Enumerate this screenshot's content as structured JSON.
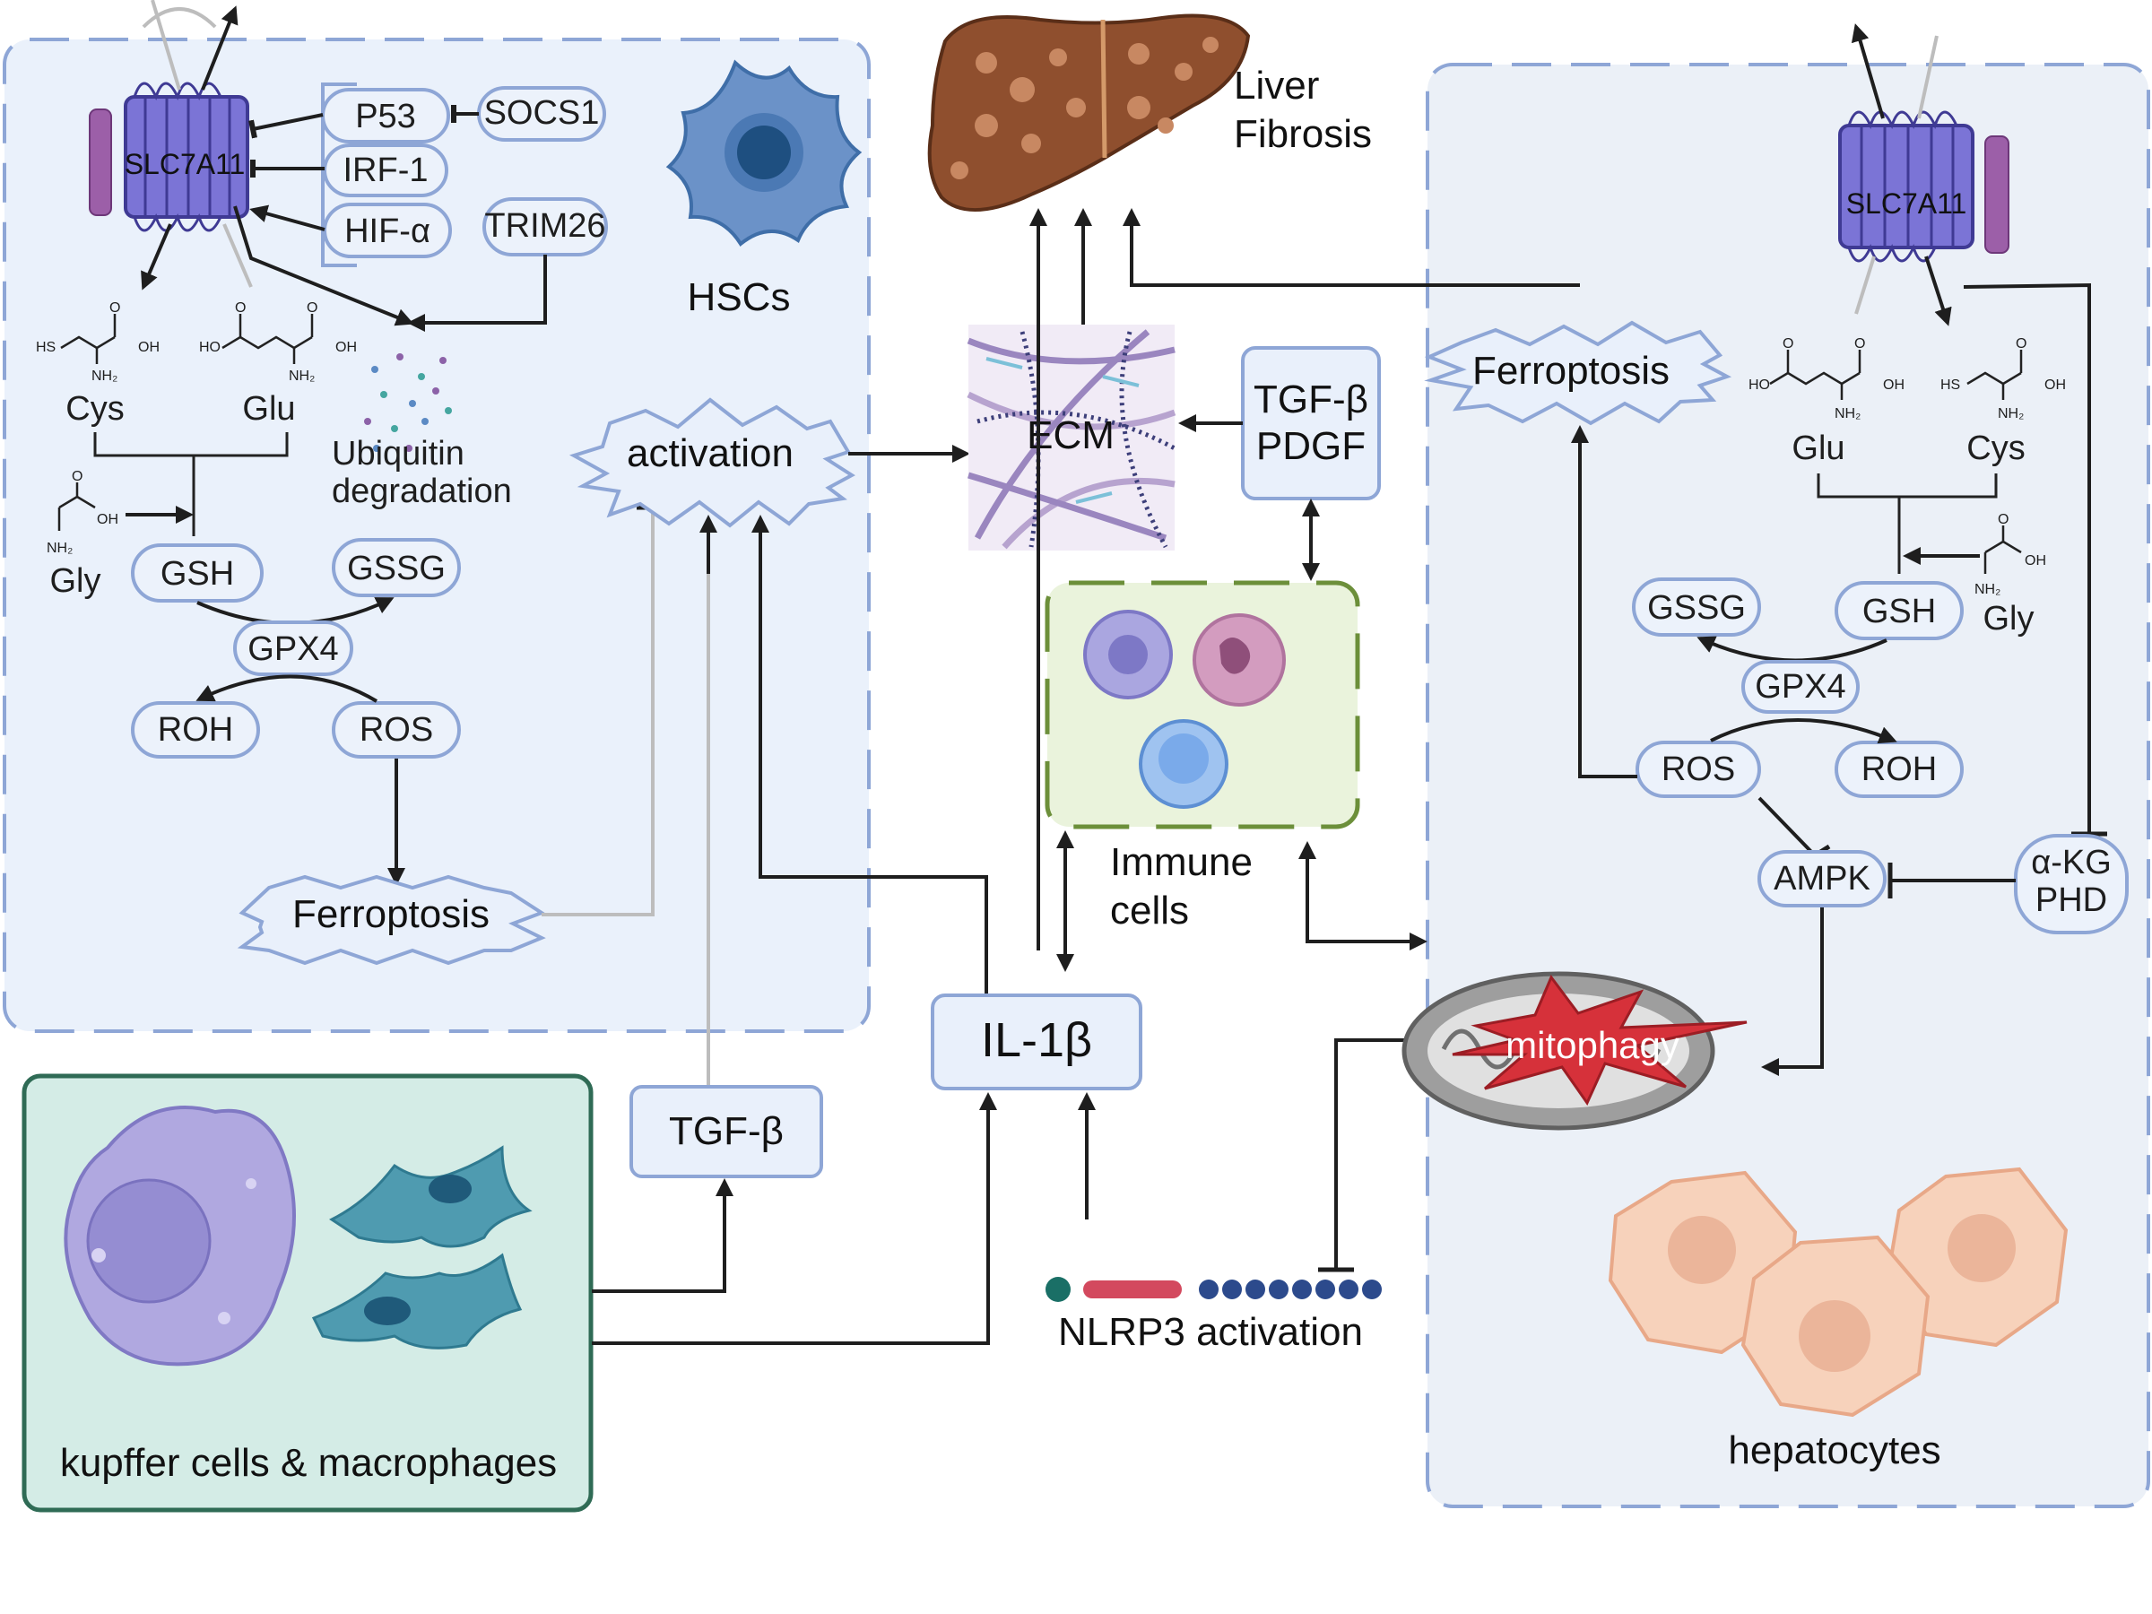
{
  "hsc_panel": {
    "title": "HSCs",
    "transporter": "SLC7A11",
    "regulators": [
      "P53",
      "SOCS1",
      "IRF-1",
      "HIF-α",
      "TRIM26"
    ],
    "ubiquitin": [
      "Ubiquitin",
      "degradation"
    ],
    "amino_acids": [
      "Cys",
      "Glu",
      "Gly"
    ],
    "gsh": "GSH",
    "gssg": "GSSG",
    "gpx4": "GPX4",
    "roh": "ROH",
    "ros": "ROS",
    "ferroptosis": "Ferroptosis",
    "activation": "activation"
  },
  "center": {
    "liver": [
      "Liver",
      "Fibrosis"
    ],
    "ecm": "ECM",
    "growth_factors": [
      "TGF-β",
      "PDGF"
    ],
    "immune": [
      "Immune",
      "cells"
    ],
    "il1b": "IL-1β",
    "tgfb": "TGF-β",
    "nlrp3": "NLRP3 activation"
  },
  "kupffer_panel": {
    "label": "kupffer cells & macrophages"
  },
  "hepatocyte_panel": {
    "title": "hepatocytes",
    "transporter": "SLC7A11",
    "ferroptosis": "Ferroptosis",
    "amino_acids": [
      "Glu",
      "Cys",
      "Gly"
    ],
    "gssg": "GSSG",
    "gsh": "GSH",
    "gpx4": "GPX4",
    "ros": "ROS",
    "roh": "ROH",
    "ampk": "AMPK",
    "akg": [
      "α-KG",
      "PHD"
    ],
    "mitophagy": "mitophagy"
  },
  "chem_labels": {
    "o": "O",
    "oh": "OH",
    "ho": "HO",
    "hs": "HS",
    "nh2": "NH₂"
  },
  "colors": {
    "panel_fill": "#eaf1fb",
    "panel_border": "#8ea6d6",
    "kupffer_fill": "#d4ece6",
    "kupffer_border": "#2f6b55",
    "immune_fill": "#eaf3dc",
    "immune_border": "#6c8f3a",
    "transporter": "#7b74d6",
    "hsc_cell": "#5f88c0",
    "liver": "#8f4f2e",
    "hepatocyte": "#f7d2bb",
    "mitophagy_burst": "#d6313a"
  }
}
